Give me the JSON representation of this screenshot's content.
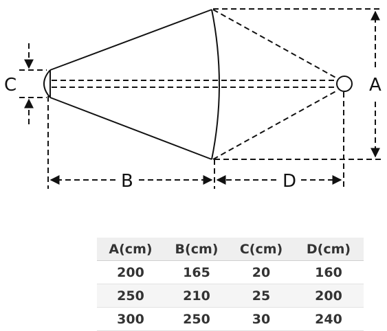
{
  "diagram": {
    "labels": {
      "a": "A",
      "b": "B",
      "c": "C",
      "d": "D"
    }
  },
  "table": {
    "headers": [
      "A(cm)",
      "B(cm)",
      "C(cm)",
      "D(cm)"
    ],
    "rows": [
      [
        "200",
        "165",
        "20",
        "160"
      ],
      [
        "250",
        "210",
        "25",
        "200"
      ],
      [
        "300",
        "250",
        "30",
        "240"
      ]
    ]
  }
}
